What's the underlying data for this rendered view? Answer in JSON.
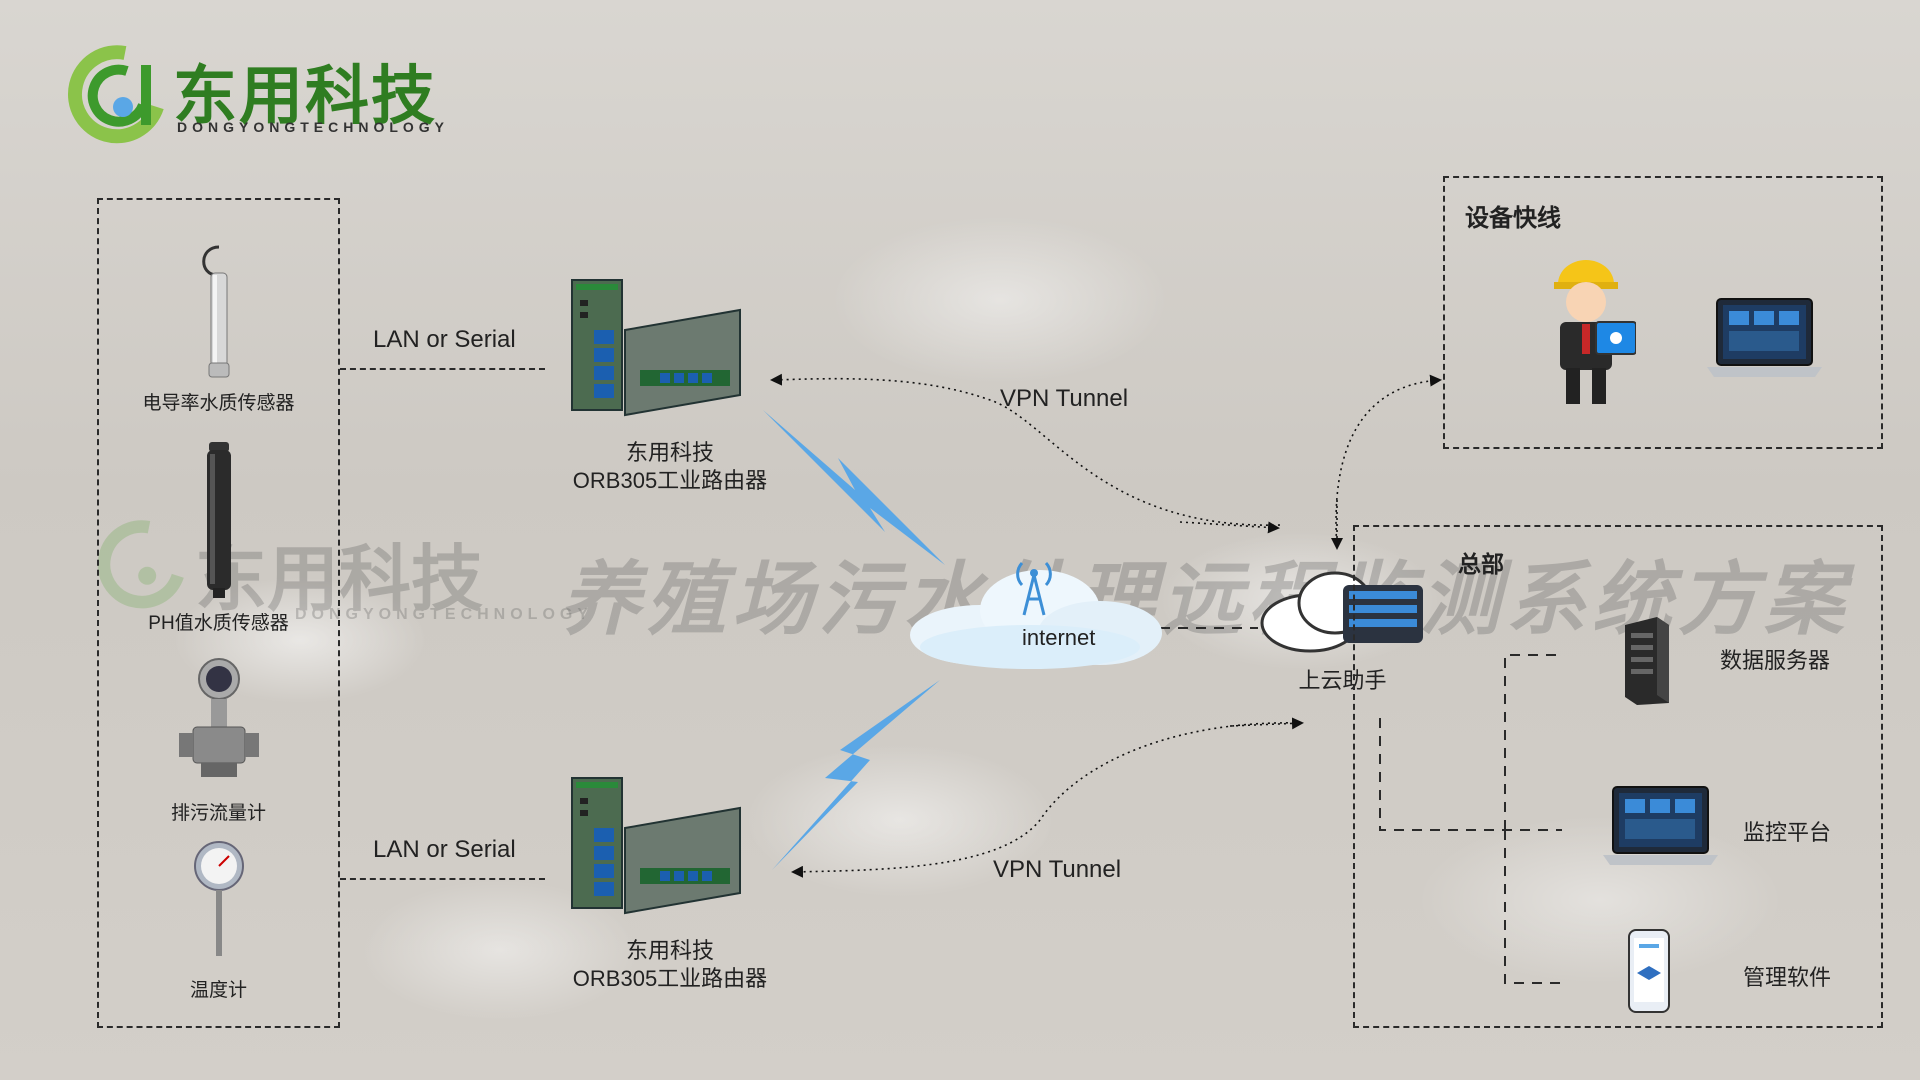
{
  "brand": {
    "name": "东用科技",
    "subtitle": "DONGYONGTECHNOLOGY",
    "green": "#3d9a2c",
    "blue": "#5aa7e6"
  },
  "watermark": {
    "brand": "东用科技",
    "sub": "DONGYONGTECHNOLOGY",
    "title": "养殖场污水处理远程监测系统方案"
  },
  "sensors": [
    {
      "label": "电导率水质传感器",
      "icon": "conductivity-sensor-icon"
    },
    {
      "label": "PH值水质传感器",
      "icon": "ph-sensor-icon"
    },
    {
      "label": "排污流量计",
      "icon": "flowmeter-icon"
    },
    {
      "label": "温度计",
      "icon": "thermometer-icon"
    }
  ],
  "links": {
    "lan1": "LAN or Serial",
    "lan2": "LAN or Serial",
    "vpn1": "VPN Tunnel",
    "vpn2": "VPN Tunnel"
  },
  "routers": [
    {
      "brand": "东用科技",
      "model": "ORB305工业路由器"
    },
    {
      "brand": "东用科技",
      "model": "ORB305工业路由器"
    }
  ],
  "internet": "internet",
  "cloud_helper": "上云助手",
  "device_fastline": {
    "title": "设备快线"
  },
  "hq": {
    "title": "总部",
    "items": [
      {
        "label": "数据服务器",
        "icon": "server-icon"
      },
      {
        "label": "监控平台",
        "icon": "laptop-icon"
      },
      {
        "label": "管理软件",
        "icon": "phone-icon"
      }
    ]
  }
}
